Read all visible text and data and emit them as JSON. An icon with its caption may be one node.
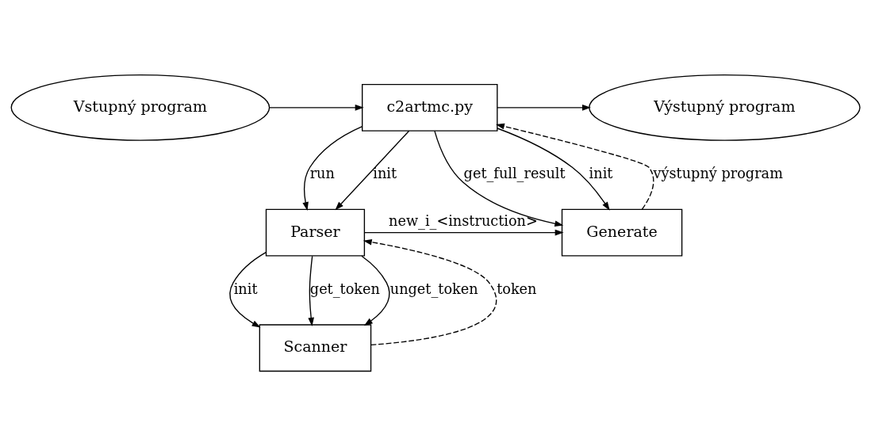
{
  "diagram": {
    "nodes": [
      {
        "text": [
          "Vstupný program"
        ]
      },
      {
        "text": [
          "c2artmc.py"
        ]
      },
      {
        "text": [
          "Výstupný program"
        ]
      },
      {
        "text": [
          "Parser"
        ]
      },
      {
        "text": [
          "Generate"
        ]
      },
      {
        "text": [
          "Scanner"
        ]
      }
    ],
    "edges": [
      {
        "from": 0,
        "to": 1,
        "arrow": "to"
      },
      {
        "from": 1,
        "to": 2,
        "arrow": "to"
      },
      {
        "from": 4,
        "to": 1,
        "arrow": "to",
        "style": "dashed",
        "label": "výstupný program"
      },
      {
        "from": 1,
        "to": 4,
        "arrow": "to",
        "label": "get_full_result"
      },
      {
        "from": 1,
        "to": 3,
        "arrow": "to",
        "label": "run"
      },
      {
        "from": 1,
        "to": 3,
        "arrow": "to",
        "label": "init"
      },
      {
        "from": 1,
        "to": 4,
        "arrow": "to",
        "label": "init"
      },
      {
        "from": 3,
        "to": 4,
        "arrow": "to",
        "label": "new_i_<instruction>"
      },
      {
        "from": 3,
        "to": 5,
        "arrow": "to",
        "label": "init"
      },
      {
        "from": 3,
        "to": 5,
        "arrow": "to",
        "label": "get_token"
      },
      {
        "from": 3,
        "to": 5,
        "arrow": "to",
        "label": "unget_token"
      },
      {
        "from": 5,
        "to": 3,
        "arrow": "to",
        "style": "dashed",
        "label": "token"
      }
    ]
  }
}
